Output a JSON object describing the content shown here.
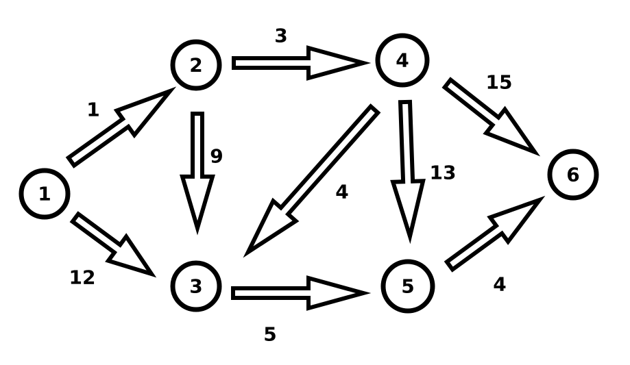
{
  "nodes": [
    {
      "id": "1",
      "label": "1"
    },
    {
      "id": "2",
      "label": "2"
    },
    {
      "id": "3",
      "label": "3"
    },
    {
      "id": "4",
      "label": "4"
    },
    {
      "id": "5",
      "label": "5"
    },
    {
      "id": "6",
      "label": "6"
    }
  ],
  "edges": [
    {
      "from": "1",
      "to": "2",
      "weight": "1"
    },
    {
      "from": "1",
      "to": "3",
      "weight": "12"
    },
    {
      "from": "2",
      "to": "4",
      "weight": "3"
    },
    {
      "from": "2",
      "to": "3",
      "weight": "9"
    },
    {
      "from": "4",
      "to": "3",
      "weight": "4"
    },
    {
      "from": "4",
      "to": "5",
      "weight": "13"
    },
    {
      "from": "4",
      "to": "6",
      "weight": "15"
    },
    {
      "from": "3",
      "to": "5",
      "weight": "5"
    },
    {
      "from": "5",
      "to": "6",
      "weight": "4"
    }
  ],
  "colors": {
    "stroke": "#000000",
    "fill": "#ffffff"
  }
}
